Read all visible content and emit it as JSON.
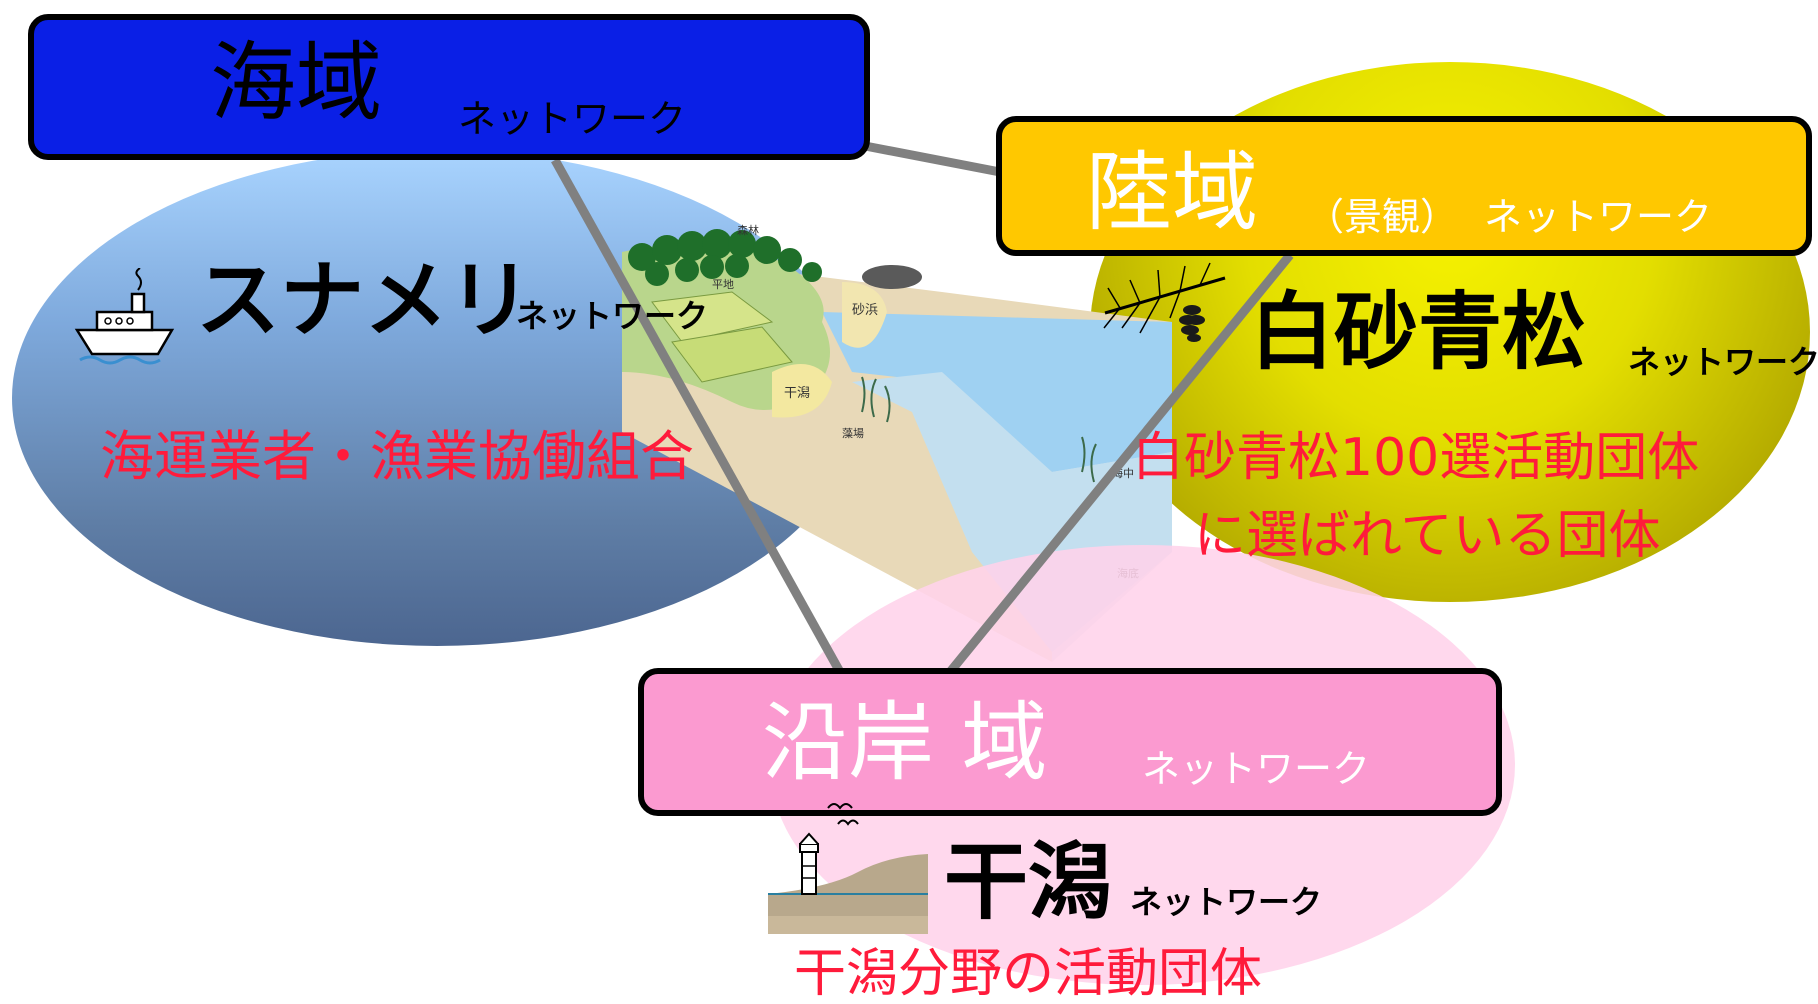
{
  "networks": {
    "sea": {
      "title": "海域",
      "suffix": "ネットワーク",
      "sub_name": "スナメリ",
      "sub_suffix": "ネットワーク",
      "members": "海運業者・漁業協働組合",
      "color": "#0a1fe6"
    },
    "land": {
      "title": "陸域",
      "paren": "（景観）",
      "suffix": "ネットワーク",
      "sub_name": "白砂青松",
      "sub_suffix": "ネットワーク",
      "members_line1": "白砂青松100選活動団体",
      "members_line2": "に選ばれている団体",
      "color": "#ffc800"
    },
    "coast": {
      "title": "沿岸 域",
      "suffix": "ネットワーク",
      "sub_name": "干潟",
      "sub_suffix": "ネットワーク",
      "members": "干潟分野の活動団体",
      "color": "#fb9ad0"
    }
  },
  "illustration_labels": {
    "forest": "森林",
    "farm": "平地",
    "beach": "砂浜",
    "tidal_flat": "干潟",
    "seaweed": "藻場",
    "seafloor": "海底",
    "sea": "海中"
  },
  "member_text_color": "#ff1b3b",
  "connector_color": "#808080",
  "icons": [
    "ship-icon",
    "pine-branch-icon",
    "lighthouse-icon",
    "seagull-icon"
  ]
}
